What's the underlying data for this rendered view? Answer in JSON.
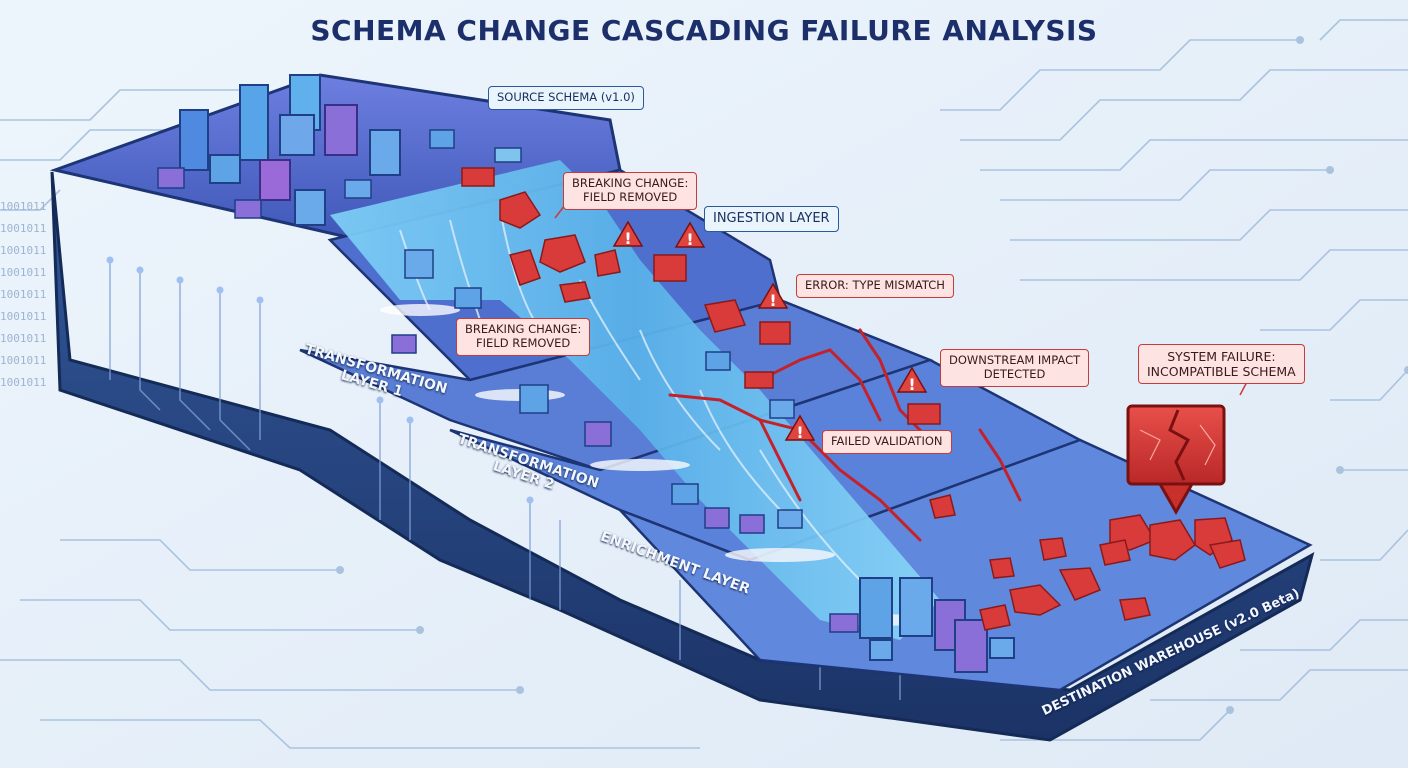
{
  "title": "SCHEMA CHANGE CASCADING FAILURE ANALYSIS",
  "callouts": {
    "source_schema": "SOURCE SCHEMA (v1.0)",
    "breaking_top": [
      "BREAKING CHANGE:",
      "FIELD REMOVED"
    ],
    "ingestion_layer": "INGESTION LAYER",
    "type_mismatch": "ERROR: TYPE MISMATCH",
    "breaking_mid": [
      "BREAKING CHANGE:",
      "FIELD REMOVED"
    ],
    "downstream": [
      "DOWNSTREAM IMPACT",
      "DETECTED"
    ],
    "system_failure": [
      "SYSTEM FAILURE:",
      "INCOMPATIBLE SCHEMA"
    ],
    "failed_validation": "FAILED VALIDATION"
  },
  "layers": {
    "transformation_1": [
      "TRANSFORMATION",
      "LAYER 1"
    ],
    "transformation_2": [
      "TRANSFORMATION",
      "LAYER 2"
    ],
    "enrichment": "ENRICHMENT LAYER",
    "destination": "DESTINATION WAREHOUSE (v2.0 Beta)"
  },
  "binary_text": "1001011",
  "colors": {
    "background": "#e7f1fa",
    "platform": "#2b4f8e",
    "platform_dark": "#1b3366",
    "water": "#6fc3f2",
    "error_red": "#d93b3b",
    "callout_red_bg": "#fde3e1",
    "callout_blue_bg": "#e9f4fc",
    "title": "#1c2f6b"
  },
  "icons": [
    "warning-icon",
    "broken-block-icon",
    "database-server-icon",
    "data-cube-icon",
    "circuit-trace-icon"
  ]
}
